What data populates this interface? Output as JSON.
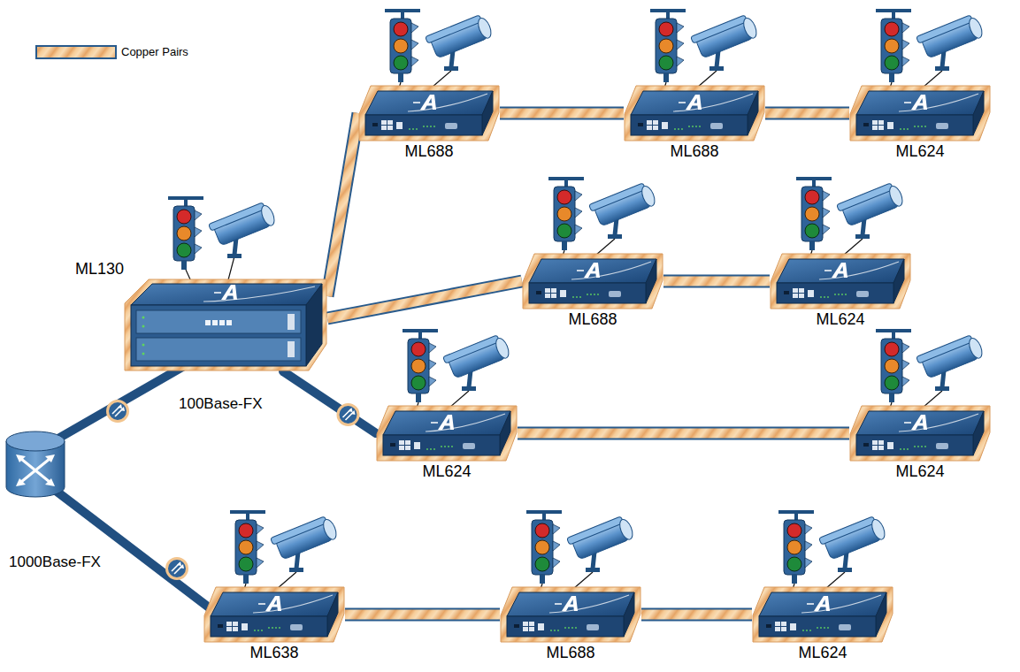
{
  "diagram": {
    "nodes": [
      {
        "text": [
          "ML688"
        ]
      },
      {
        "text": [
          "ML688"
        ]
      },
      {
        "text": [
          "ML624"
        ]
      },
      {
        "text": [
          "ML130"
        ]
      },
      {
        "text": [
          "ML688"
        ]
      },
      {
        "text": [
          "ML624"
        ]
      },
      {
        "text": [
          "ML624"
        ]
      },
      {
        "text": [
          "ML624"
        ]
      },
      {
        "text": [
          "ML638"
        ]
      },
      {
        "text": [
          "ML688"
        ]
      },
      {
        "text": [
          "ML624"
        ]
      }
    ],
    "edges": [
      {
        "from": 3,
        "to": 0,
        "arrow": "none"
      },
      {
        "from": 0,
        "to": 1,
        "arrow": "none"
      },
      {
        "from": 1,
        "to": 2,
        "arrow": "none"
      },
      {
        "from": 3,
        "to": 4,
        "arrow": "none"
      },
      {
        "from": 4,
        "to": 5,
        "arrow": "none"
      },
      {
        "from": 3,
        "to": 6,
        "arrow": "none"
      },
      {
        "from": 6,
        "to": 7,
        "arrow": "none"
      },
      {
        "from": 8,
        "to": 9,
        "arrow": "none"
      },
      {
        "from": 9,
        "to": 10,
        "arrow": "none"
      }
    ],
    "labels": [
      "100Base-FX",
      "1000Base-FX"
    ],
    "legend": [
      {
        "text": "Copper Pairs"
      }
    ]
  }
}
